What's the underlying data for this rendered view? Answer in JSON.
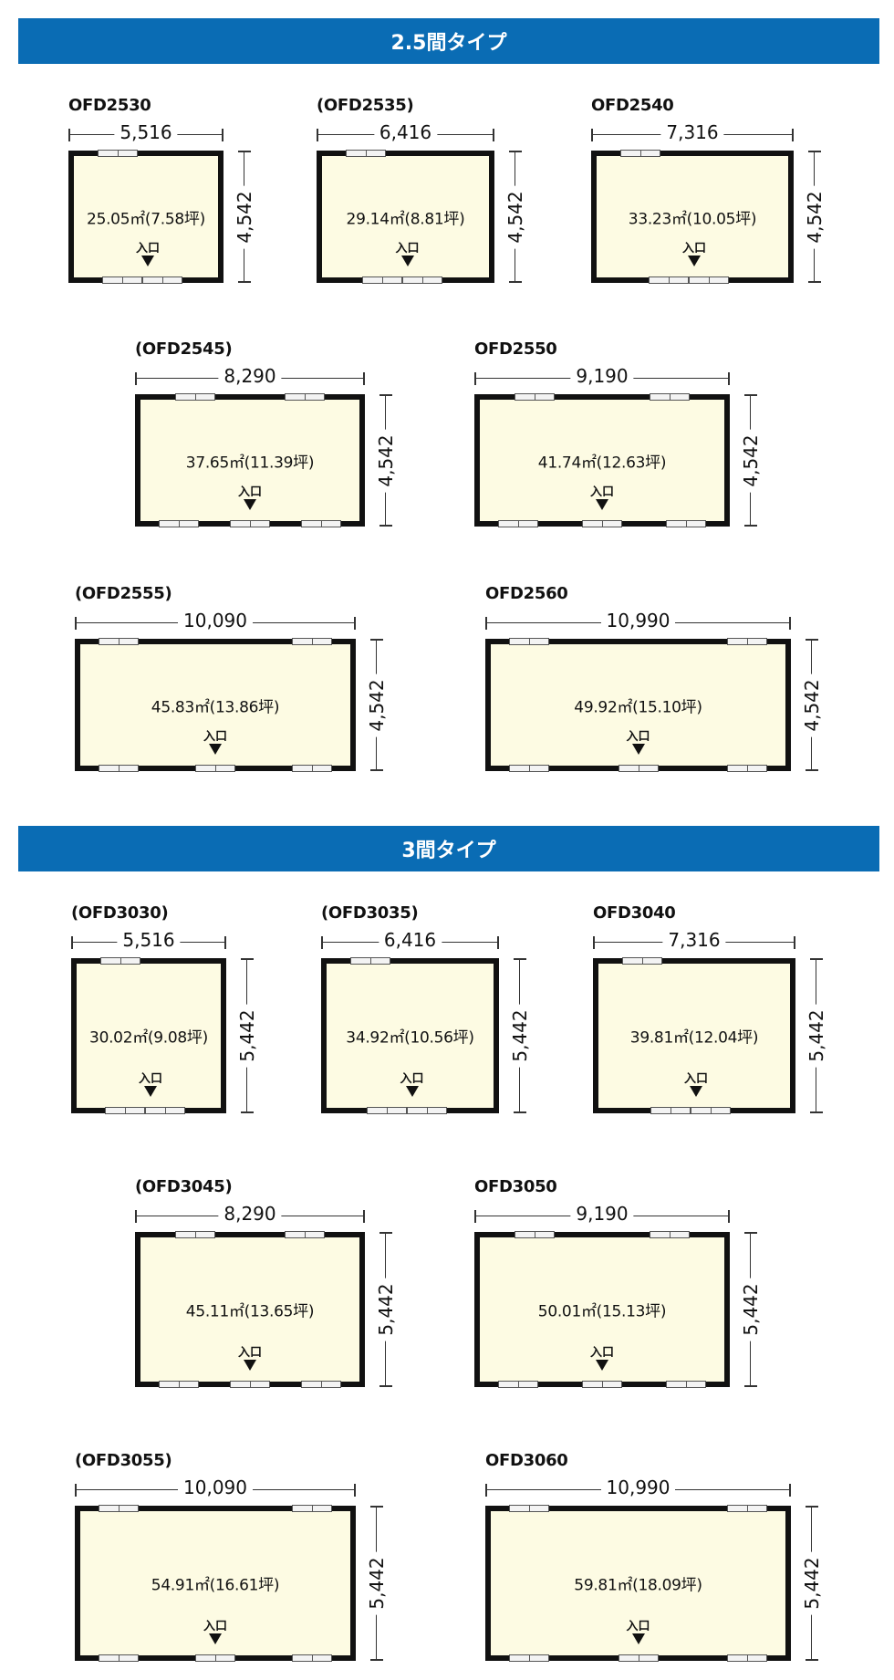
{
  "colors": {
    "band": "#0a6cb4",
    "floor": "#fdfbe3",
    "wall": "#111111"
  },
  "sections": [
    {
      "title": "2.5間タイプ",
      "plans": [
        {
          "code": "OFD2530",
          "width": "5,516",
          "depth": "4,542",
          "area": "25.05㎡(7.58坪)",
          "entrance": "入口"
        },
        {
          "code": "(OFD2535)",
          "width": "6,416",
          "depth": "4,542",
          "area": "29.14㎡(8.81坪)",
          "entrance": "入口"
        },
        {
          "code": "OFD2540",
          "width": "7,316",
          "depth": "4,542",
          "area": "33.23㎡(10.05坪)",
          "entrance": "入口"
        },
        {
          "code": "(OFD2545)",
          "width": "8,290",
          "depth": "4,542",
          "area": "37.65㎡(11.39坪)",
          "entrance": "入口"
        },
        {
          "code": "OFD2550",
          "width": "9,190",
          "depth": "4,542",
          "area": "41.74㎡(12.63坪)",
          "entrance": "入口"
        },
        {
          "code": "(OFD2555)",
          "width": "10,090",
          "depth": "4,542",
          "area": "45.83㎡(13.86坪)",
          "entrance": "入口"
        },
        {
          "code": "OFD2560",
          "width": "10,990",
          "depth": "4,542",
          "area": "49.92㎡(15.10坪)",
          "entrance": "入口"
        }
      ]
    },
    {
      "title": "3間タイプ",
      "plans": [
        {
          "code": "(OFD3030)",
          "width": "5,516",
          "depth": "5,442",
          "area": "30.02㎡(9.08坪)",
          "entrance": "入口"
        },
        {
          "code": "(OFD3035)",
          "width": "6,416",
          "depth": "5,442",
          "area": "34.92㎡(10.56坪)",
          "entrance": "入口"
        },
        {
          "code": "OFD3040",
          "width": "7,316",
          "depth": "5,442",
          "area": "39.81㎡(12.04坪)",
          "entrance": "入口"
        },
        {
          "code": "(OFD3045)",
          "width": "8,290",
          "depth": "5,442",
          "area": "45.11㎡(13.65坪)",
          "entrance": "入口"
        },
        {
          "code": "OFD3050",
          "width": "9,190",
          "depth": "5,442",
          "area": "50.01㎡(15.13坪)",
          "entrance": "入口"
        },
        {
          "code": "(OFD3055)",
          "width": "10,090",
          "depth": "5,442",
          "area": "54.91㎡(16.61坪)",
          "entrance": "入口"
        },
        {
          "code": "OFD3060",
          "width": "10,990",
          "depth": "5,442",
          "area": "59.81㎡(18.09坪)",
          "entrance": "入口"
        }
      ]
    }
  ]
}
